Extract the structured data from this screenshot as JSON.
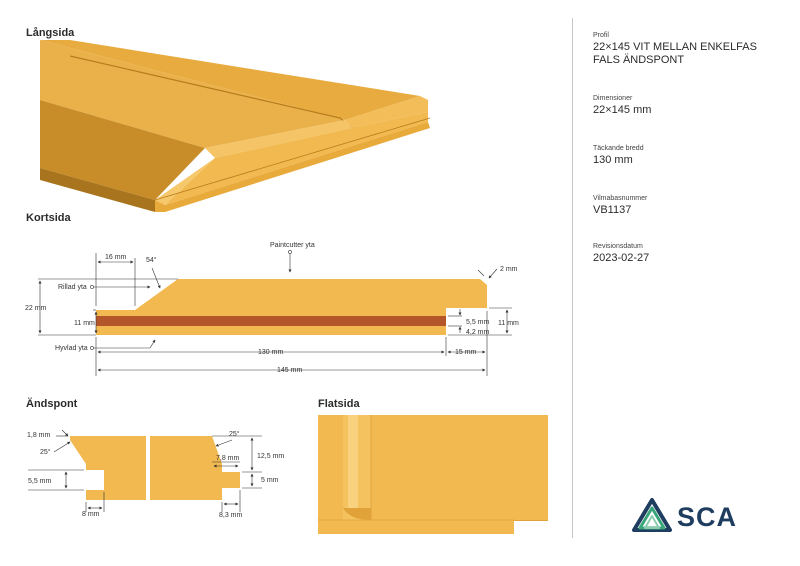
{
  "sections": {
    "langsida": "Långsida",
    "kortsida": "Kortsida",
    "andspont": "Ändspont",
    "flatsida": "Flatsida"
  },
  "kortsida_labels": {
    "d16": "16 mm",
    "angle54": "54°",
    "paintcutter": "Paintcutter yta",
    "d2": "2 mm",
    "rillad": "Rillad yta",
    "d22": "22 mm",
    "d11_left": "11 mm",
    "d5_5": "5,5 mm",
    "d4_2": "4,2 mm",
    "d11_right": "11 mm",
    "hyvlad": "Hyvlad yta",
    "d130": "130 mm",
    "d15": "15 mm",
    "d145": "145 mm"
  },
  "andspont_labels": {
    "d1_8": "1,8 mm",
    "a25_left": "25°",
    "d5_5": "5,5 mm",
    "d8": "8 mm",
    "a25_right": "25°",
    "d7_8": "7,8 mm",
    "d12_5": "12,5 mm",
    "d5": "5 mm",
    "d8_3": "8,3 mm"
  },
  "info": [
    {
      "label": "Profil",
      "value": "22×145 VIT MELLAN ENKELFAS FALS ÄNDSPONT"
    },
    {
      "label": "Dimensioner",
      "value": "22×145 mm"
    },
    {
      "label": "Täckande bredd",
      "value": "130 mm"
    },
    {
      "label": "Vilmabasnummer",
      "value": "VB1137"
    },
    {
      "label": "Revisionsdatum",
      "value": "2023-02-27"
    }
  ],
  "logo": {
    "text": "SCA",
    "icon": "sca-logo-icon"
  },
  "colors": {
    "wood": "#f1b94f",
    "wood_dark": "#c98f26",
    "wood_mid": "#e0a63b",
    "glue_stripe": "#b5562a",
    "logo_blue": "#1f3d5f",
    "logo_green": "#3aa57a"
  }
}
